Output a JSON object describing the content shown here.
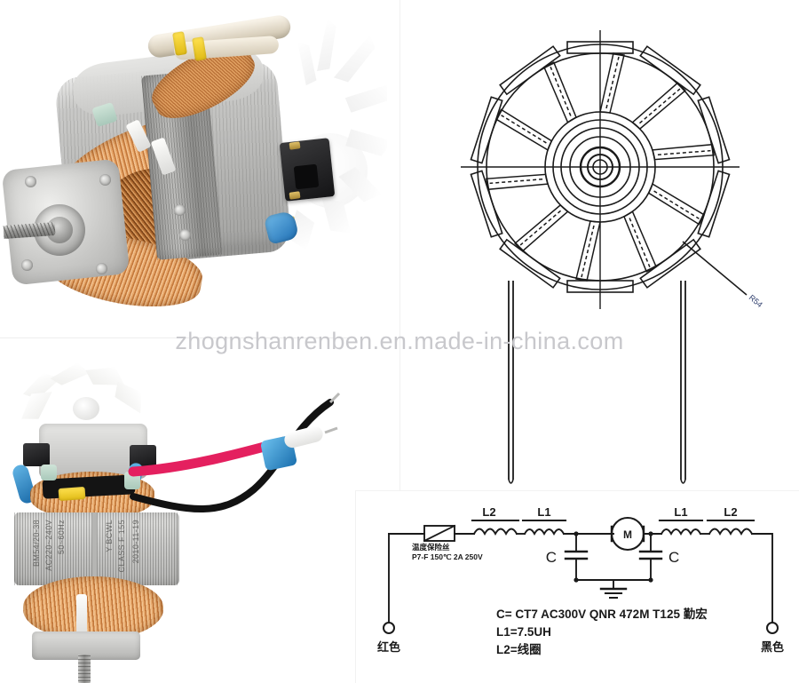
{
  "watermark": {
    "text": "zhognshanrenben.en.made-in-china.com"
  },
  "panels": {
    "motor_assembly": {
      "name": "Universal motor with cooling fan photo"
    },
    "tech_drawing": {
      "name": "Stator lamination CAD cross-section drawing",
      "leader_label": "R54"
    },
    "motor_wired": {
      "name": "Wound motor with lead wires photo"
    },
    "circuit": {
      "name": "EMI filter wiring schematic"
    }
  },
  "motor_label": {
    "line1": "BM54/20-38",
    "line2": "AC220~240V",
    "line3": "50~60Hz",
    "line4": "Y BCWL",
    "line5": "CLASS F 155",
    "line6": "2010-11-19"
  },
  "circuit": {
    "fuse": {
      "label_cn": "温度保险丝",
      "label_spec": "P7-F 150℃ 2A 250V"
    },
    "components": {
      "inductor_l2_left": "L2",
      "inductor_l1_left": "L1",
      "motor": "M",
      "inductor_l1_right": "L1",
      "inductor_l2_right": "L2",
      "cap_left": "C",
      "cap_right": "C"
    },
    "terminals": {
      "left": "红色",
      "right": "黑色"
    },
    "notes": [
      "C= CT7 AC300V QNR 472M T125 勤宏",
      "L1=7.5UH",
      "L2=线圈"
    ]
  },
  "colors": {
    "ink": "#1a1a1a",
    "copper": "#c4793c",
    "wire_red": "#e4205f",
    "wire_black": "#1a1a1a",
    "watermark": "#c8c8cc",
    "metal": "#b9b9b7"
  }
}
